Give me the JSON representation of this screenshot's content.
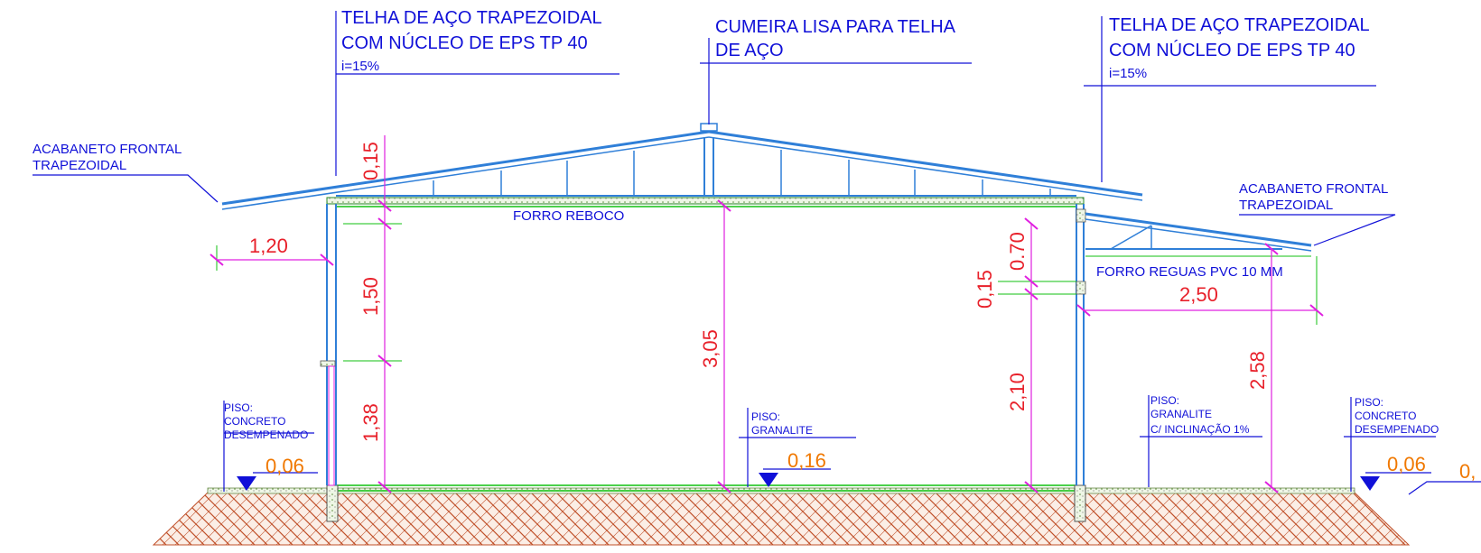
{
  "labels": {
    "roof_left_l1": "TELHA DE AÇO TRAPEZOIDAL",
    "roof_left_l2": "COM NÚCLEO DE EPS TP 40",
    "roof_left_l3": "i=15%",
    "ridge_l1": "CUMEIRA LISA PARA TELHA",
    "ridge_l2": "DE AÇO",
    "roof_right_l1": "TELHA DE AÇO TRAPEZOIDAL",
    "roof_right_l2": "COM NÚCLEO DE EPS TP 40",
    "roof_right_l3": "i=15%",
    "trim_left_l1": "ACABANETO FRONTAL",
    "trim_left_l2": "TRAPEZOIDAL",
    "trim_right_l1": "ACABANETO FRONTAL",
    "trim_right_l2": "TRAPEZOIDAL",
    "ceiling_main": "FORRO REBOCO",
    "ceiling_porch": "FORRO REGUAS PVC 10 MM",
    "floor_left_l1": "PISO:",
    "floor_left_l2": "CONCRETO",
    "floor_left_l3": "DESEMPENADO",
    "floor_mid_l1": "PISO:",
    "floor_mid_l2": "GRANALITE",
    "floor_porch_l1": "PISO:",
    "floor_porch_l2": "GRANALITE",
    "floor_porch_l3": "C/ INCLINAÇÃO 1%",
    "floor_right_l1": "PISO:",
    "floor_right_l2": "CONCRETO",
    "floor_right_l3": "DESEMPENADO"
  },
  "dimensions": {
    "eave_overhang": "1,20",
    "roof_height": "0,15",
    "window_top": "1,50",
    "sill_height": "1,38",
    "ceiling_height": "3,05",
    "door_head": "0.70",
    "lintel": "0,15",
    "door_height": "2,10",
    "porch_width": "2,50",
    "porch_height": "2,58"
  },
  "levels": {
    "left": "0,06",
    "interior": "0,16",
    "right": "0,06",
    "far_right": "0,"
  },
  "colors": {
    "annotation": "#1010d8",
    "dimension": "#e8202a",
    "level": "#f07800",
    "dim_line": "#e020e0",
    "structure": "#2f7fd8",
    "slab": "#10c010",
    "soil": "#c0502a"
  }
}
